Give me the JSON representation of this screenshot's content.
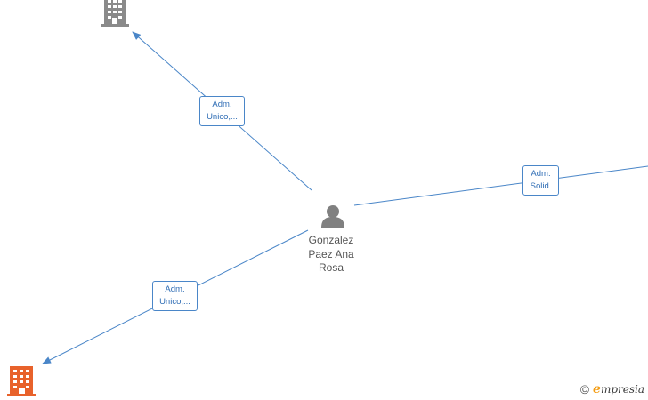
{
  "person": {
    "name_lines": [
      "Gonzalez",
      "Paez Ana",
      "Rosa"
    ]
  },
  "edges": [
    {
      "label_lines": [
        "Adm.",
        "Unico,..."
      ]
    },
    {
      "label_lines": [
        "Adm.",
        "Solid."
      ]
    },
    {
      "label_lines": [
        "Adm.",
        "Unico,..."
      ]
    }
  ],
  "colors": {
    "edge": "#4a86c8",
    "company_gray": "#8a8a8a",
    "company_orange": "#e8622b",
    "person": "#808080"
  },
  "icons": [
    "building-icon",
    "building-icon",
    "person-icon",
    "copyright-icon"
  ],
  "brand": {
    "copyright": "©",
    "logo_initial": "e",
    "logo_rest": "mpresia"
  }
}
